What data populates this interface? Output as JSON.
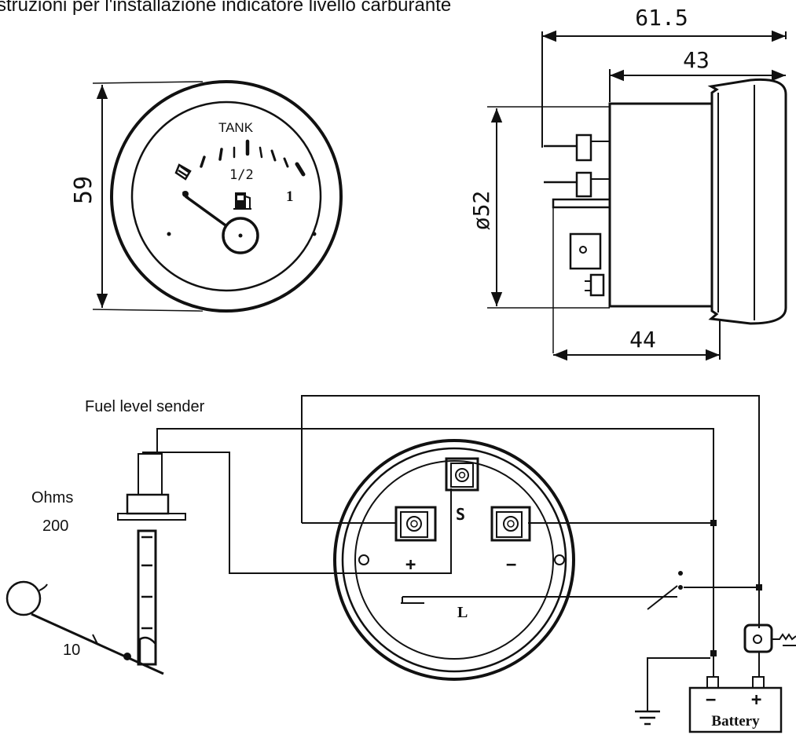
{
  "header": {
    "title": "struzioni per l'installazione indicatore livello carburante"
  },
  "front_view": {
    "height_label": "59",
    "dial_title": "TANK",
    "half_mark": "1/2",
    "full_mark": "1"
  },
  "side_view": {
    "overall_length": "61.5",
    "body_length": "43",
    "diameter_label": "ø52",
    "depth_label": "44"
  },
  "wiring": {
    "sender_title": "Fuel level sender",
    "ohms_label": "Ohms",
    "ohms_high": "200",
    "ohms_low": "10",
    "terminal_s": "S",
    "terminal_plus": "+",
    "terminal_minus": "−",
    "terminal_l": "L",
    "battery_label": "Battery",
    "battery_minus": "−",
    "battery_plus": "+"
  }
}
